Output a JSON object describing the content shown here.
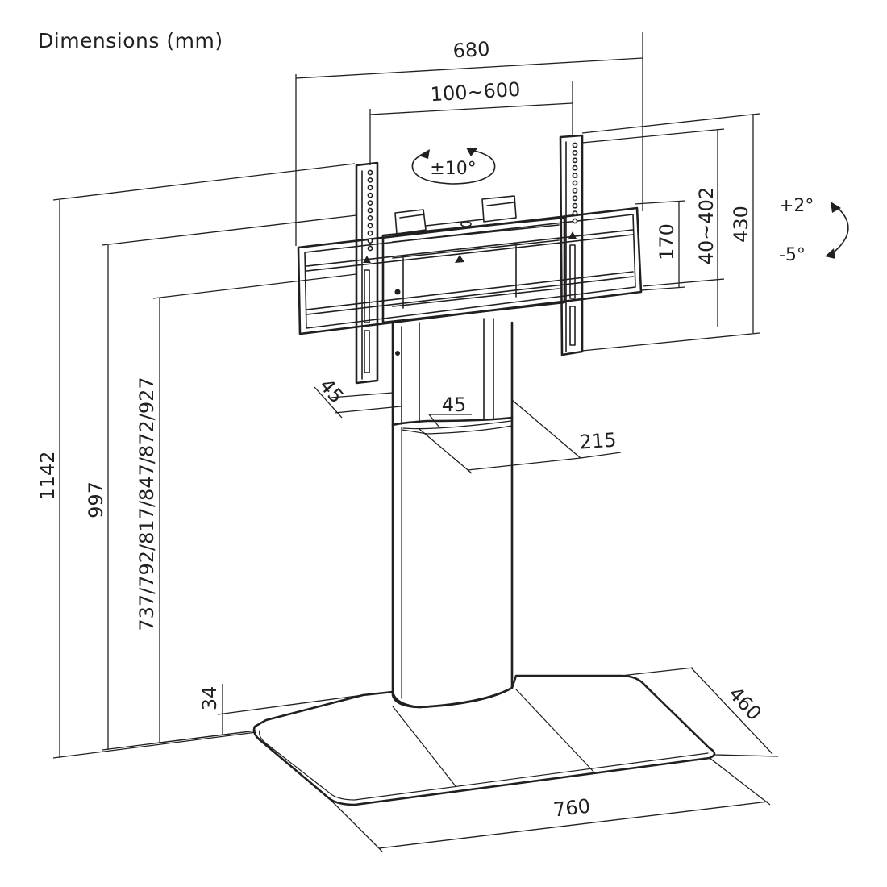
{
  "title": "Dimensions (mm)",
  "dimensions": {
    "total_width": "680",
    "vesa_range": "100~600",
    "swivel": "±10°",
    "tilt_up": "+2°",
    "tilt_down": "-5°",
    "bracket_height": "170",
    "vertical_adjust": "40~402",
    "plate_height": "430",
    "column_side_a": "45",
    "column_side_b": "45",
    "column_depth": "215",
    "overall_height": "1142",
    "top_height": "997",
    "mount_heights": "737/792/817/847/872/927",
    "base_thickness": "34",
    "base_depth": "460",
    "base_width": "760"
  }
}
